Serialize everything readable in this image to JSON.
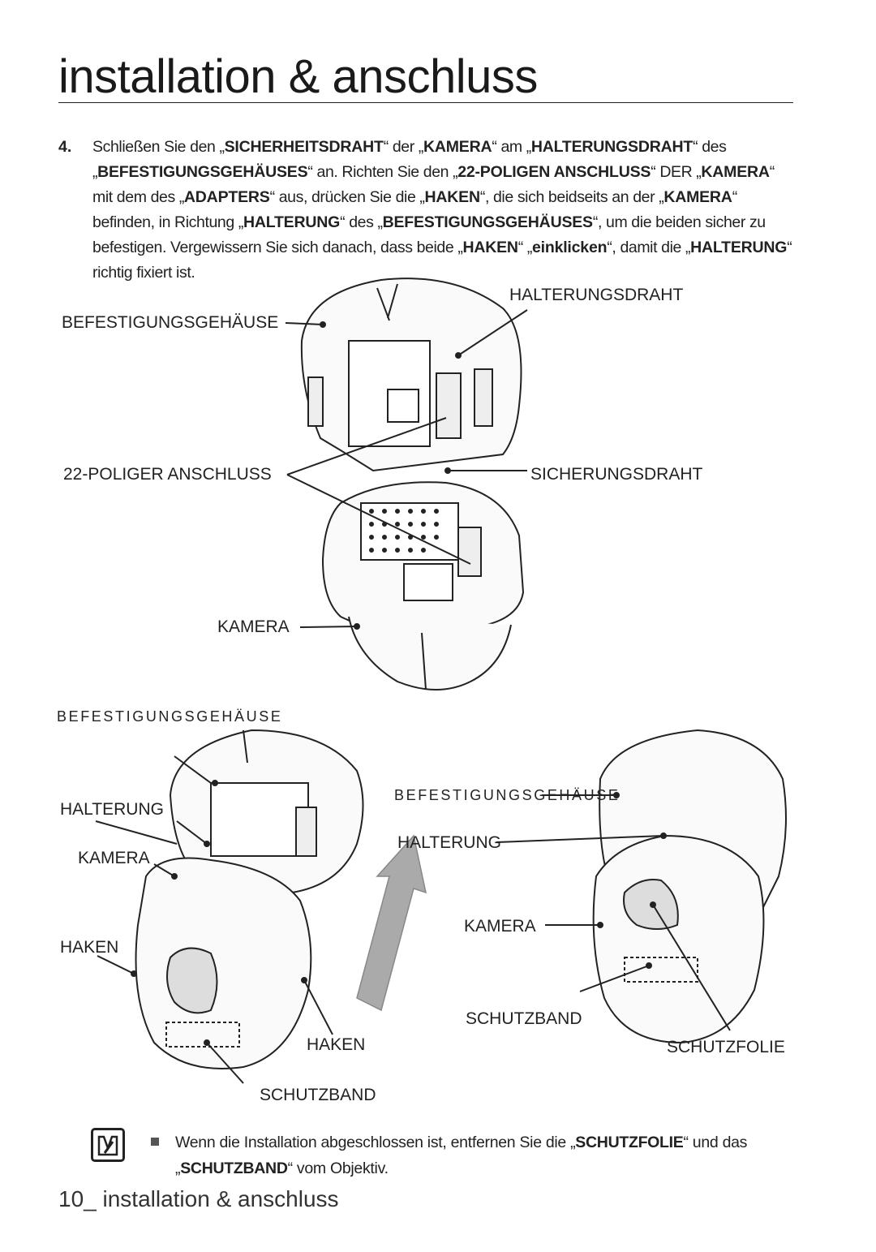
{
  "page": {
    "title": "installation & anschluss",
    "footer": "10_ installation & anschluss"
  },
  "step": {
    "number": "4.",
    "segments": [
      {
        "t": "Schließen Sie den „",
        "b": false
      },
      {
        "t": "SICHERHEITSDRAHT",
        "b": true
      },
      {
        "t": "“ der „",
        "b": false
      },
      {
        "t": "KAMERA",
        "b": true
      },
      {
        "t": "“ am „",
        "b": false
      },
      {
        "t": "HALTERUNGSDRAHT",
        "b": true
      },
      {
        "t": "“ des „",
        "b": false
      },
      {
        "t": "BEFESTIGUNGSGEHÄUSES",
        "b": true
      },
      {
        "t": "“ an. Richten Sie den „",
        "b": false
      },
      {
        "t": "22-POLIGEN ANSCHLUSS",
        "b": true
      },
      {
        "t": "“ DER „",
        "b": false
      },
      {
        "t": "KAMERA",
        "b": true
      },
      {
        "t": "“ mit dem des „",
        "b": false
      },
      {
        "t": "ADAPTERS",
        "b": true
      },
      {
        "t": "“ aus, drücken Sie die „",
        "b": false
      },
      {
        "t": "HAKEN",
        "b": true
      },
      {
        "t": "“, die sich beidseits an der „",
        "b": false
      },
      {
        "t": "KAMERA",
        "b": true
      },
      {
        "t": "“ befinden, in Richtung „",
        "b": false
      },
      {
        "t": "HALTERUNG",
        "b": true
      },
      {
        "t": "“ des „",
        "b": false
      },
      {
        "t": "BEFESTIGUNGSGEHÄUSES",
        "b": true
      },
      {
        "t": "“, um die beiden sicher zu befestigen. Vergewissern Sie sich danach, dass beide „",
        "b": false
      },
      {
        "t": "HAKEN",
        "b": true
      },
      {
        "t": "“ „",
        "b": false
      },
      {
        "t": "einklicken",
        "b": true
      },
      {
        "t": "“, damit die „",
        "b": false
      },
      {
        "t": "HALTERUNG",
        "b": true
      },
      {
        "t": "“ richtig fixiert ist.",
        "b": false
      }
    ]
  },
  "figure": {
    "labels": {
      "befestigungsgehaeuse_top": "BEFESTIGUNGSGEHÄUSE",
      "halterungsdraht": "HALTERUNGSDRAHT",
      "poliger_anschluss": "22-POLIGER ANSCHLUSS",
      "sicherungsdraht": "SICHERUNGSDRAHT",
      "kamera_top": "KAMERA",
      "befestigungsgehaeuse_left": "BEFESTIGUNGSGEHÄUSE",
      "halterung_left": "HALTERUNG",
      "kamera_left": "KAMERA",
      "haken_left": "HAKEN",
      "haken_bottom": "HAKEN",
      "schutzband_left": "SCHUTZBAND",
      "befestigungsgehaeuse_right": "BEFESTIGUNGSGEHÄUSE",
      "halterung_right": "HALTERUNG",
      "kamera_right": "KAMERA",
      "schutzband_right": "SCHUTZBAND",
      "schutzfolie": "SCHUTZFOLIE"
    }
  },
  "note": {
    "segments": [
      {
        "t": "Wenn die Installation abgeschlossen ist, entfernen Sie die „",
        "b": false
      },
      {
        "t": "SCHUTZFOLIE",
        "b": true
      },
      {
        "t": "“ und das „",
        "b": false
      },
      {
        "t": "SCHUTZBAND",
        "b": true
      },
      {
        "t": "“ vom Objektiv.",
        "b": false
      }
    ]
  }
}
